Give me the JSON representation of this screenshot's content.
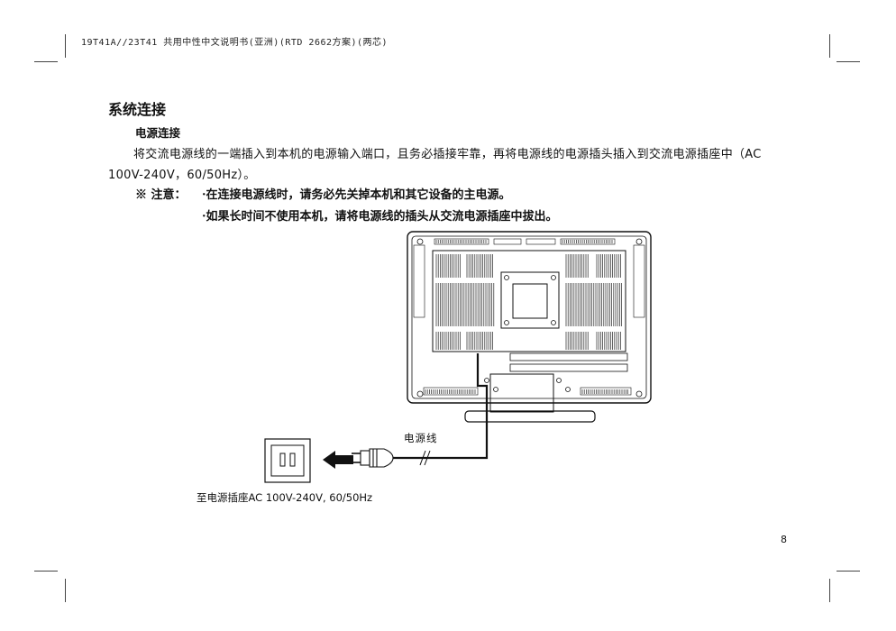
{
  "header": {
    "text": "19T41A//23T41 共用中性中文说明书(亚洲)(RTD 2662方案)(两芯)"
  },
  "section": {
    "title": "系统连接",
    "subtitle": "电源连接",
    "paragraph": "将交流电源线的一端插入到本机的电源输入端口，且务必插接牢靠，再将电源线的电源插头插入到交流电源插座中（AC 100V-240V，60/50Hz）。",
    "note_mark": "※ 注意：",
    "notes": [
      "·在连接电源线时，请务必先关掉本机和其它设备的主电源。",
      "·如果长时间不使用本机，请将电源线的插头从交流电源插座中拔出。"
    ]
  },
  "diagram": {
    "cord_label": "电源线",
    "outlet_caption": "至电源插座AC 100V-240V, 60/50Hz"
  },
  "page_number": "8"
}
